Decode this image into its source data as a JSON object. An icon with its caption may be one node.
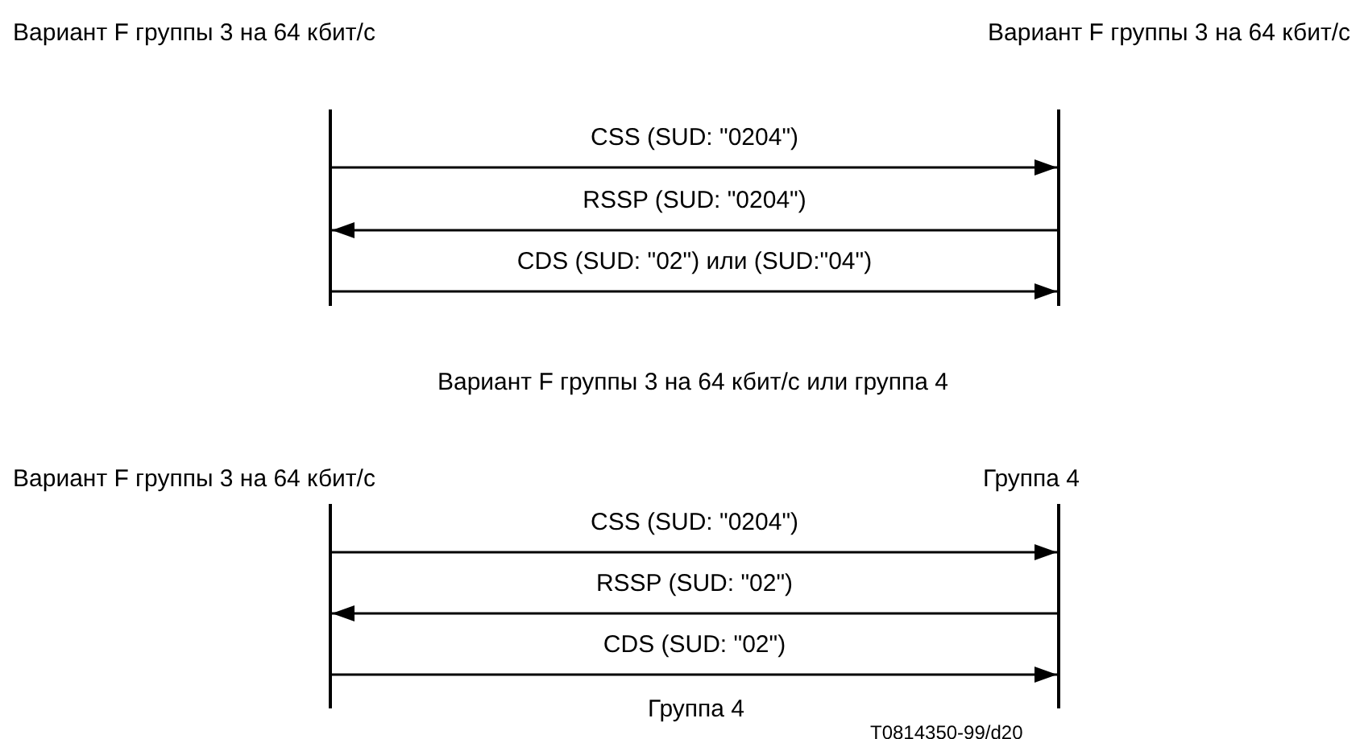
{
  "diagram": {
    "nodes": [
      {
        "text": [
          "Вариант F группы 3 на 64 кбит/с"
        ]
      },
      {
        "text": [
          "Вариант F группы 3 на 64 кбит/с"
        ]
      },
      {
        "text": [
          "Вариант F группы 3 на 64 кбит/с"
        ]
      },
      {
        "text": [
          "Группа 4"
        ]
      }
    ],
    "edges": [
      {
        "from": 0,
        "to": 1,
        "arrow": "to",
        "label": "CSS (SUD: \"0204\")"
      },
      {
        "from": 1,
        "to": 0,
        "arrow": "to",
        "label": "RSSP (SUD: \"0204\")"
      },
      {
        "from": 0,
        "to": 1,
        "arrow": "to",
        "label": "CDS (SUD: \"02\") или (SUD:\"04\")"
      },
      {
        "from": 2,
        "to": 3,
        "arrow": "to",
        "label": "CSS (SUD: \"0204\")"
      },
      {
        "from": 3,
        "to": 2,
        "arrow": "to",
        "label": "RSSP (SUD: \"02\")"
      },
      {
        "from": 2,
        "to": 3,
        "arrow": "to",
        "label": "CDS (SUD: \"02\")"
      }
    ],
    "labels": [
      "Вариант F группы 3 на 64 кбит/с или группа 4",
      "Группа 4",
      "T0814350-99/d20"
    ]
  }
}
